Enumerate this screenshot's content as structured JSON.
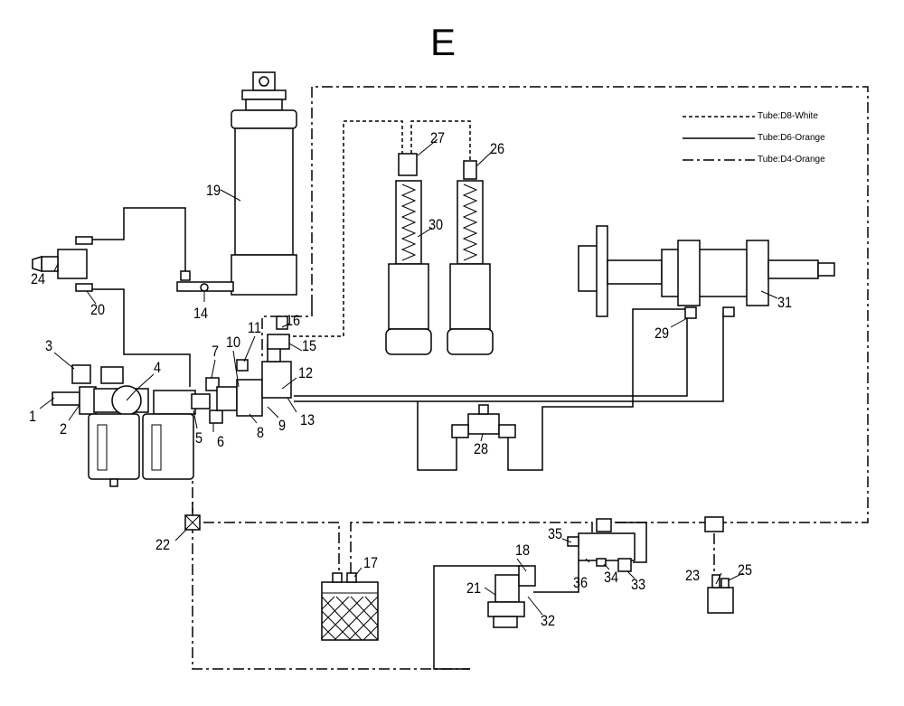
{
  "title": "E",
  "legend": [
    {
      "label": "Tube:D8-White",
      "style": "dashed"
    },
    {
      "label": "Tube:D6-Orange",
      "style": "solid"
    },
    {
      "label": "Tube:D4-Orange",
      "style": "dash-dot"
    }
  ],
  "callouts": {
    "n1": "1",
    "n2": "2",
    "n3": "3",
    "n4": "4",
    "n5": "5",
    "n6": "6",
    "n7": "7",
    "n8": "8",
    "n9": "9",
    "n10": "10",
    "n11": "11",
    "n12": "12",
    "n13": "13",
    "n14": "14",
    "n15": "15",
    "n16": "16",
    "n17": "17",
    "n18": "18",
    "n19": "19",
    "n20": "20",
    "n21": "21",
    "n22": "22",
    "n23": "23",
    "n24": "24",
    "n25": "25",
    "n26": "26",
    "n27": "27",
    "n28": "28",
    "n29": "29",
    "n30": "30",
    "n31": "31",
    "n32": "32",
    "n33": "33",
    "n34": "34",
    "n35": "35",
    "n36": "36"
  }
}
